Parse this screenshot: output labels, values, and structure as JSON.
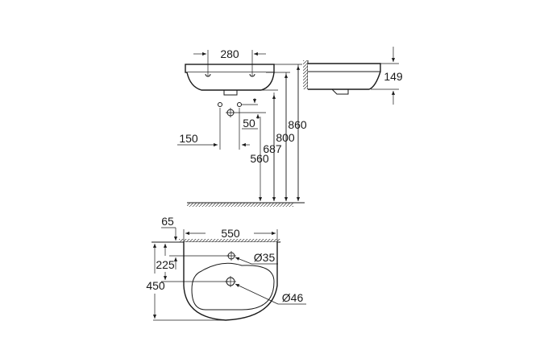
{
  "diagram": {
    "type": "technical-dimension-drawing",
    "subject": "wall-hung washbasin",
    "views": {
      "front": {
        "dimensions": {
          "tap_hole_spacing": "280",
          "waste_offset": "150",
          "waste_drop": "50",
          "height_waste_outlet": "560",
          "height_supply": "687",
          "height_bowl_bottom": "800",
          "height_rim": "860"
        }
      },
      "side": {
        "dimensions": {
          "basin_height": "149"
        }
      },
      "top": {
        "dimensions": {
          "tap_hole_from_wall": "65",
          "width": "550",
          "tap_hole_depth": "225",
          "depth": "450",
          "tap_hole_diameter": "Ø35",
          "waste_diameter": "Ø46"
        }
      }
    },
    "colors": {
      "line": "#1a1a1a",
      "background": "#ffffff"
    }
  }
}
